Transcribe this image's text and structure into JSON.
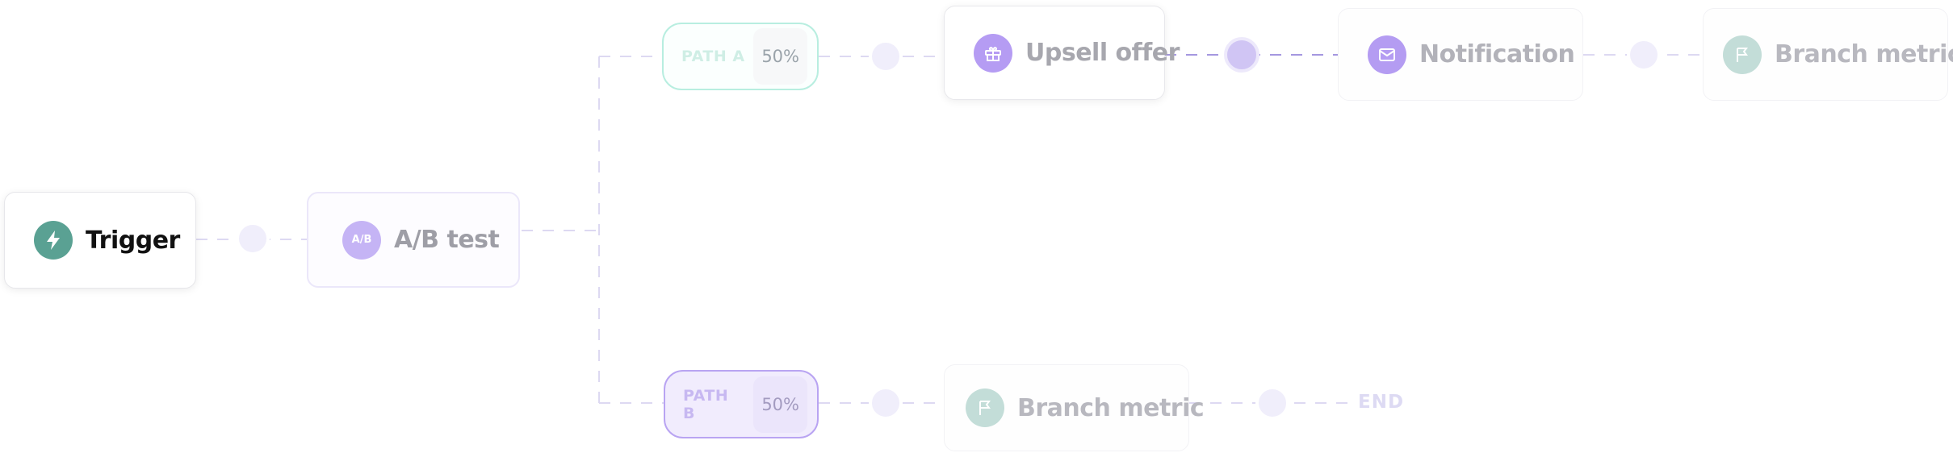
{
  "nodes": {
    "trigger": {
      "label": "Trigger",
      "icon": "lightning-bolt-icon"
    },
    "ab_test": {
      "label": "A/B test",
      "icon_text": "A/B",
      "icon": "ab-split-icon"
    },
    "upsell_offer": {
      "label": "Upsell offer",
      "icon": "gift-icon"
    },
    "notification": {
      "label": "Notification",
      "icon": "mail-icon"
    },
    "branch_metric_a": {
      "label": "Branch metric",
      "icon": "flag-icon"
    },
    "branch_metric_b": {
      "label": "Branch metric",
      "icon": "flag-icon"
    }
  },
  "paths": {
    "a": {
      "label": "PATH A",
      "percent": "50%"
    },
    "b": {
      "label": "PATH B",
      "percent": "50%"
    }
  },
  "end_label": "END",
  "colors": {
    "trigger_accent": "#5aa193",
    "violet_accent": "#b59cf3",
    "path_a_border": "#b8eee0",
    "path_b_border": "#b9a4f2",
    "metric_icon": "#c3ddd8"
  }
}
